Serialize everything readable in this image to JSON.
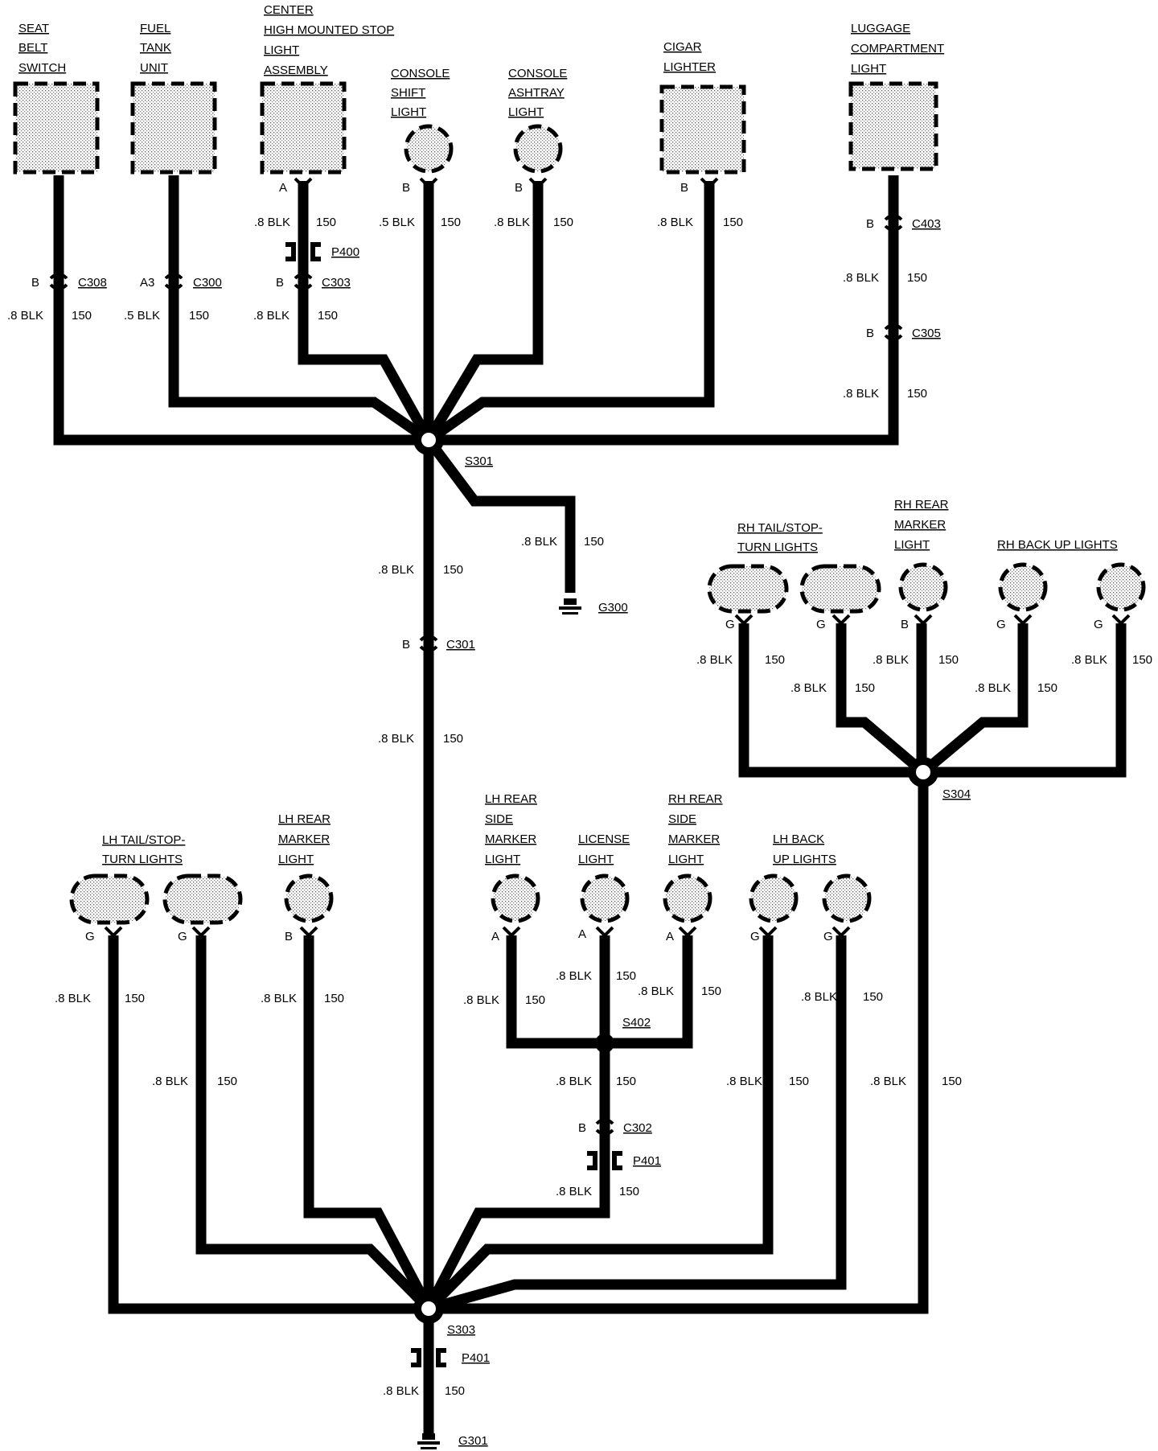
{
  "components": {
    "seat_belt_switch": [
      "SEAT",
      "BELT",
      "SWITCH"
    ],
    "fuel_tank_unit": [
      "FUEL",
      "TANK",
      "UNIT"
    ],
    "chmsl": [
      "CENTER",
      "HIGH MOUNTED STOP",
      "LIGHT",
      "ASSEMBLY"
    ],
    "console_shift_light": [
      "CONSOLE",
      "SHIFT",
      "LIGHT"
    ],
    "console_ashtray_light": [
      "CONSOLE",
      "ASHTRAY",
      "LIGHT"
    ],
    "cigar_lighter": [
      "CIGAR",
      "LIGHTER"
    ],
    "luggage_light": [
      "LUGGAGE",
      "COMPARTMENT",
      "LIGHT"
    ],
    "rh_tail": [
      "RH TAIL/STOP-",
      "TURN LIGHTS"
    ],
    "rh_rear_marker": [
      "RH REAR",
      "MARKER",
      "LIGHT"
    ],
    "rh_backup": [
      "RH BACK UP LIGHTS"
    ],
    "lh_tail": [
      "LH TAIL/STOP-",
      "TURN LIGHTS"
    ],
    "lh_rear_marker": [
      "LH REAR",
      "MARKER",
      "LIGHT"
    ],
    "lh_rear_side_marker": [
      "LH REAR",
      "SIDE",
      "MARKER",
      "LIGHT"
    ],
    "license_light": [
      "LICENSE",
      "LIGHT"
    ],
    "rh_rear_side_marker": [
      "RH REAR",
      "SIDE",
      "MARKER",
      "LIGHT"
    ],
    "lh_backup": [
      "LH BACK",
      "UP LIGHTS"
    ]
  },
  "wire": {
    "blk08": ".8 BLK",
    "blk05": ".5 BLK",
    "circuit": "150"
  },
  "pins": {
    "A": "A",
    "B": "B",
    "G": "G",
    "A3": "A3"
  },
  "connectors": {
    "C308": "C308",
    "C300": "C300",
    "P400": "P400",
    "C303": "C303",
    "C403": "C403",
    "C305": "C305",
    "C301": "C301",
    "C302": "C302",
    "P401": "P401"
  },
  "splices": {
    "S301": "S301",
    "S304": "S304",
    "S402": "S402",
    "S303": "S303"
  },
  "grounds": {
    "G300": "G300",
    "G301": "G301"
  }
}
